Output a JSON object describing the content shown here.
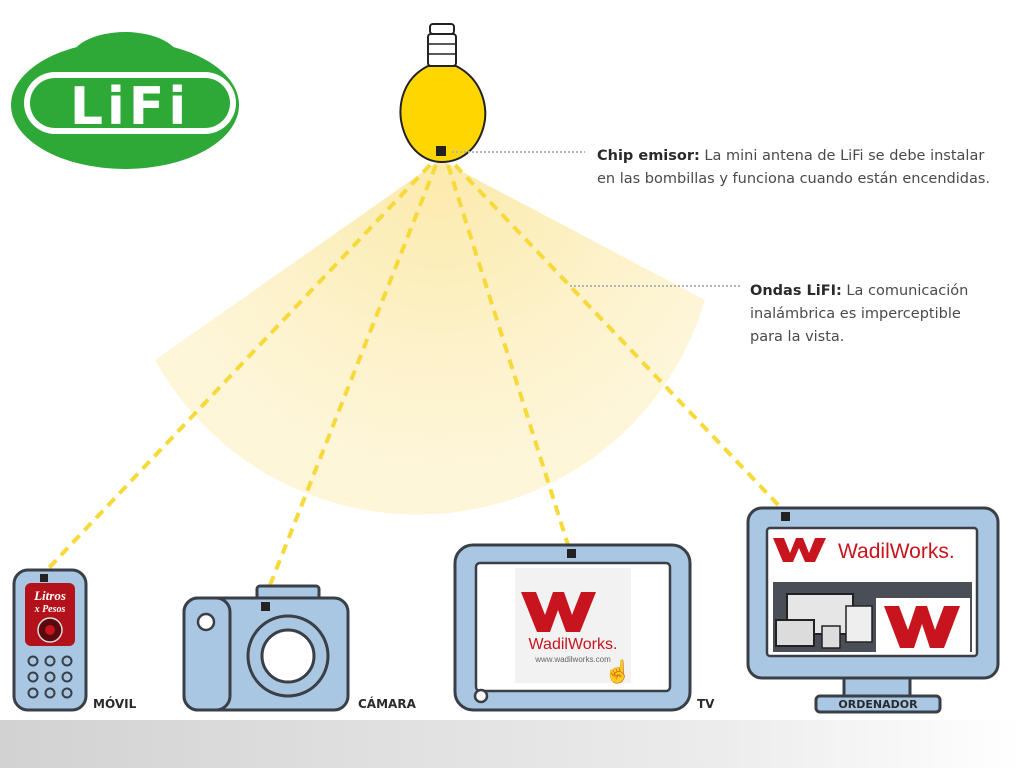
{
  "logo": {
    "text": "LiFi"
  },
  "annotations": {
    "chip": {
      "title": "Chip emisor:",
      "line1": " La mini antena de LiFi se debe instalar",
      "line2": "en las bombillas y funciona cuando están encendidas."
    },
    "waves": {
      "title": "Ondas LiFI:",
      "line1": " La comunicación",
      "line2": "inalámbrica  es imperceptible",
      "line3": "para la vista."
    }
  },
  "devices": {
    "movil": {
      "label": "MÓVIL",
      "screen_line1": "Litros",
      "screen_line2": "x Pesos"
    },
    "camara": {
      "label": "CÁMARA"
    },
    "tv": {
      "label": "TV",
      "brand": "WadilWorks.",
      "url": "www.wadilworks.com"
    },
    "ordenador": {
      "label": "ORDENADOR",
      "brand": "WadilWorks."
    }
  },
  "colors": {
    "logo_green": "#2ea836",
    "bulb_yellow": "#ffd600",
    "beam_yellow": "#fdf1c4",
    "dash_yellow": "#f7d93a",
    "device_blue": "#a9c7e3",
    "device_stroke": "#3a3f47",
    "brand_red": "#c8141e"
  }
}
